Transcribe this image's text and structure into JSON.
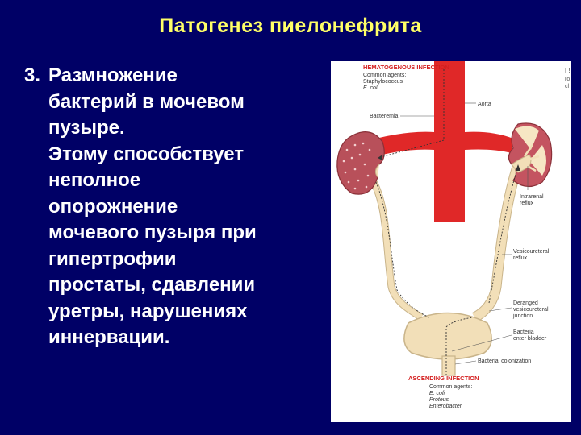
{
  "title": "Патогенез пиелонефрита",
  "text": {
    "item_number": "3.",
    "lines": [
      "Размножение",
      "бактерий в мочевом",
      "пузыре.",
      "Этому способствует",
      "неполное",
      "опорожнение",
      "мочевого пузыря при",
      "гипертрофии",
      "простаты, сдавлении",
      "уретры, нарушениях",
      "иннервации."
    ]
  },
  "figure": {
    "hematogenous_title": "HEMATOGENOUS INFECTION",
    "hematogenous_agents": [
      "Common agents:",
      "Staphylococcus",
      "E. coli"
    ],
    "labels": {
      "aorta": "Aorta",
      "bacteremia": "Bacteremia",
      "intrarenal_reflux": [
        "Intrarenal",
        "reflux"
      ],
      "vesicoureteral_reflux": [
        "Vesicoureteral",
        "reflux"
      ],
      "deranged_junction": [
        "Deranged",
        "vesicoureteral",
        "junction"
      ],
      "bacteria_enter": [
        "Bacteria",
        "enter bladder"
      ],
      "colonization": "Bacterial colonization"
    },
    "ascending_title": "ASCENDING INFECTION",
    "ascending_agents": [
      "Common agents:",
      "E. coli",
      "Proteus",
      "Enterobacter"
    ],
    "cropped_marks": [
      "Г!",
      "ro",
      "cl"
    ],
    "colors": {
      "artery": "#e02828",
      "kidney": "#b8505a",
      "tract": "#f2dfb8",
      "background": "#000066",
      "title": "#ffff66"
    }
  }
}
